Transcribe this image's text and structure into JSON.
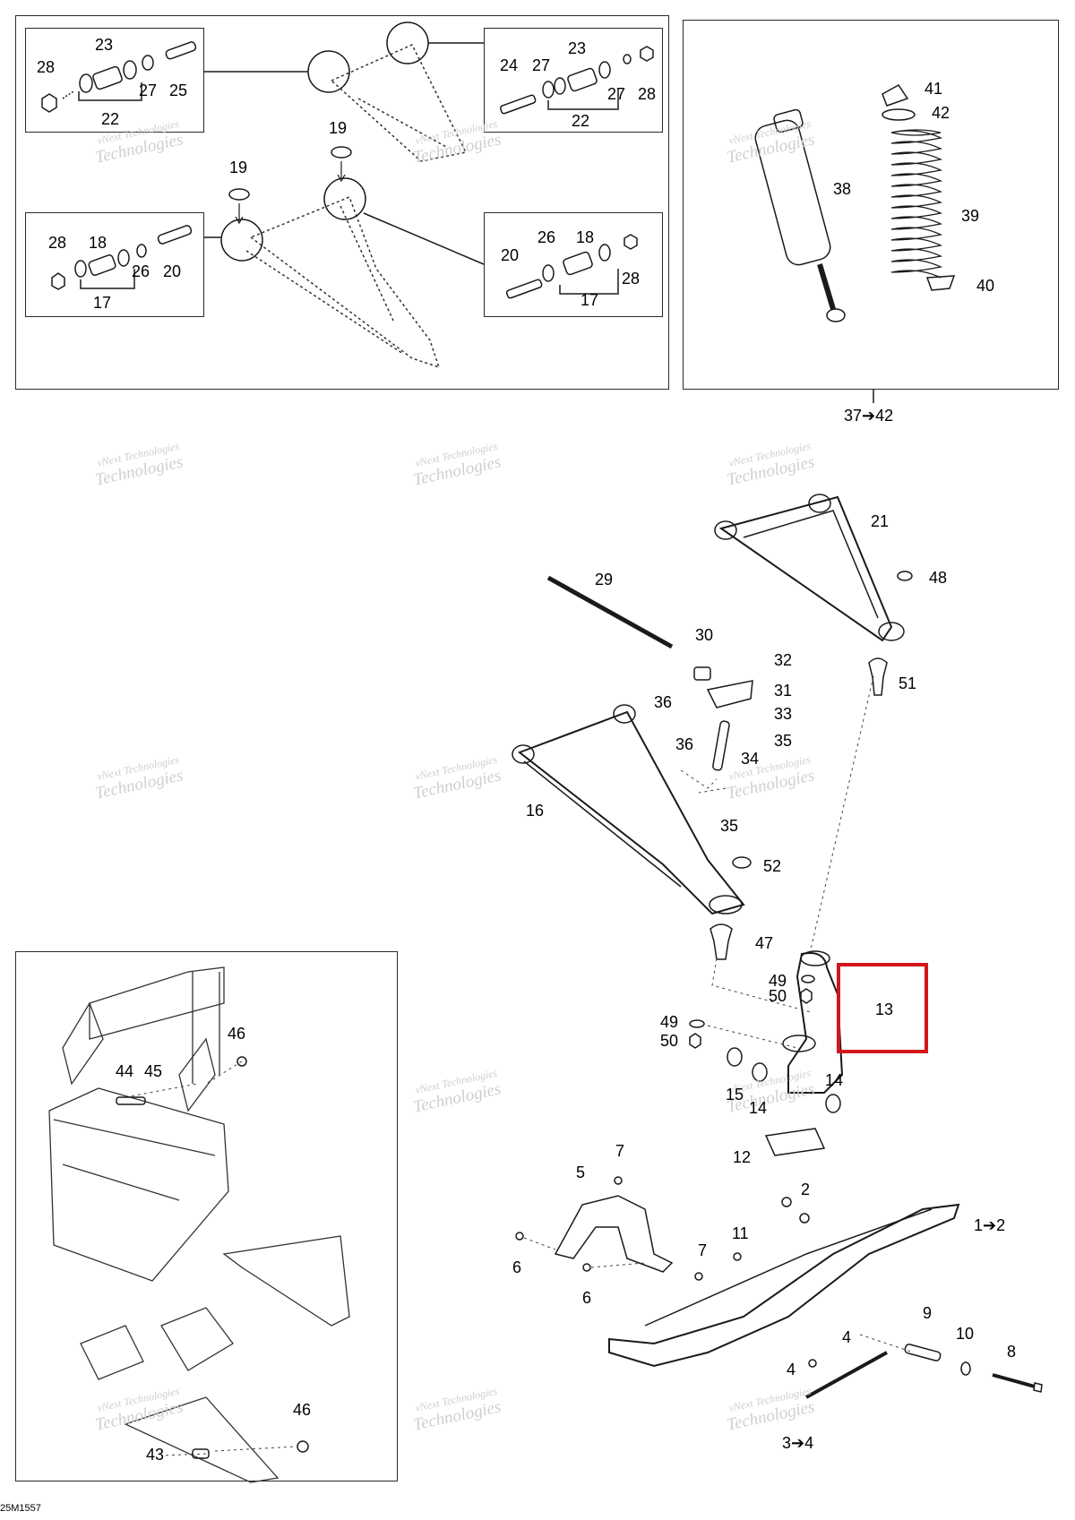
{
  "diagram_code": "25M1557",
  "watermark": {
    "line1": "vNext Technologies",
    "line2": "Technologies"
  },
  "highlight": {
    "color": "#d4161c",
    "target": "13"
  },
  "callouts": {
    "l23a": "23",
    "l28a": "28",
    "l27a": "27",
    "l25": "25",
    "l22a": "22",
    "l23b": "23",
    "l24": "24",
    "l27b": "27",
    "l27c": "27",
    "l28b": "28",
    "l22b": "22",
    "l19a": "19",
    "l19b": "19",
    "l28c": "28",
    "l18a": "18",
    "l26a": "26",
    "l20a": "20",
    "l17a": "17",
    "l20b": "20",
    "l26b": "26",
    "l18b": "18",
    "l28d": "28",
    "l17b": "17",
    "l41": "41",
    "l42": "42",
    "l38": "38",
    "l39": "39",
    "l40": "40",
    "l37": "37➔42",
    "l21": "21",
    "l48": "48",
    "l29": "29",
    "l30": "30",
    "l32": "32",
    "l51": "51",
    "l31": "31",
    "l36a": "36",
    "l33": "33",
    "l36b": "36",
    "l35a": "35",
    "l34": "34",
    "l16": "16",
    "l35b": "35",
    "l52": "52",
    "l47": "47",
    "l49a": "49",
    "l50a": "50",
    "l13": "13",
    "l49b": "49",
    "l50b": "50",
    "l14a": "14",
    "l15": "15",
    "l14b": "14",
    "l12": "12",
    "l7a": "7",
    "l5": "5",
    "l2": "2",
    "l1": "1➔2",
    "l6a": "6",
    "l7b": "7",
    "l11": "11",
    "l6b": "6",
    "l9": "9",
    "l10": "10",
    "l8": "8",
    "l4a": "4",
    "l4b": "4",
    "l3": "3➔4",
    "l46a": "46",
    "l44": "44",
    "l45": "45",
    "l46b": "46",
    "l43": "43"
  }
}
